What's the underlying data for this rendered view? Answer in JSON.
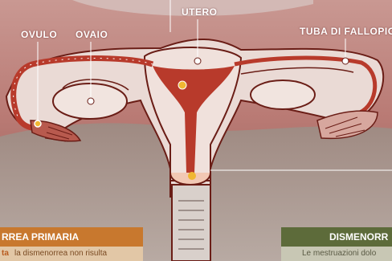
{
  "labels": {
    "ovulo": "OVULO",
    "ovaio": "OVAIO",
    "utero": "UTERO",
    "tuba": "TUBA DI FALLOPIO"
  },
  "boxes": {
    "left_title": "RREA PRIMARIA",
    "left_text_a": "ta",
    "left_text_b": "la dismenorrea non risulta",
    "right_title": "DISMENORR",
    "right_text": "Le mestruazioni dolo"
  },
  "colors": {
    "tissue": "#e9d9d4",
    "vessel": "#b83a2b",
    "dark_red": "#7a1f17",
    "orange_panel": "#c8782e",
    "green_panel": "#5d6b3a"
  }
}
